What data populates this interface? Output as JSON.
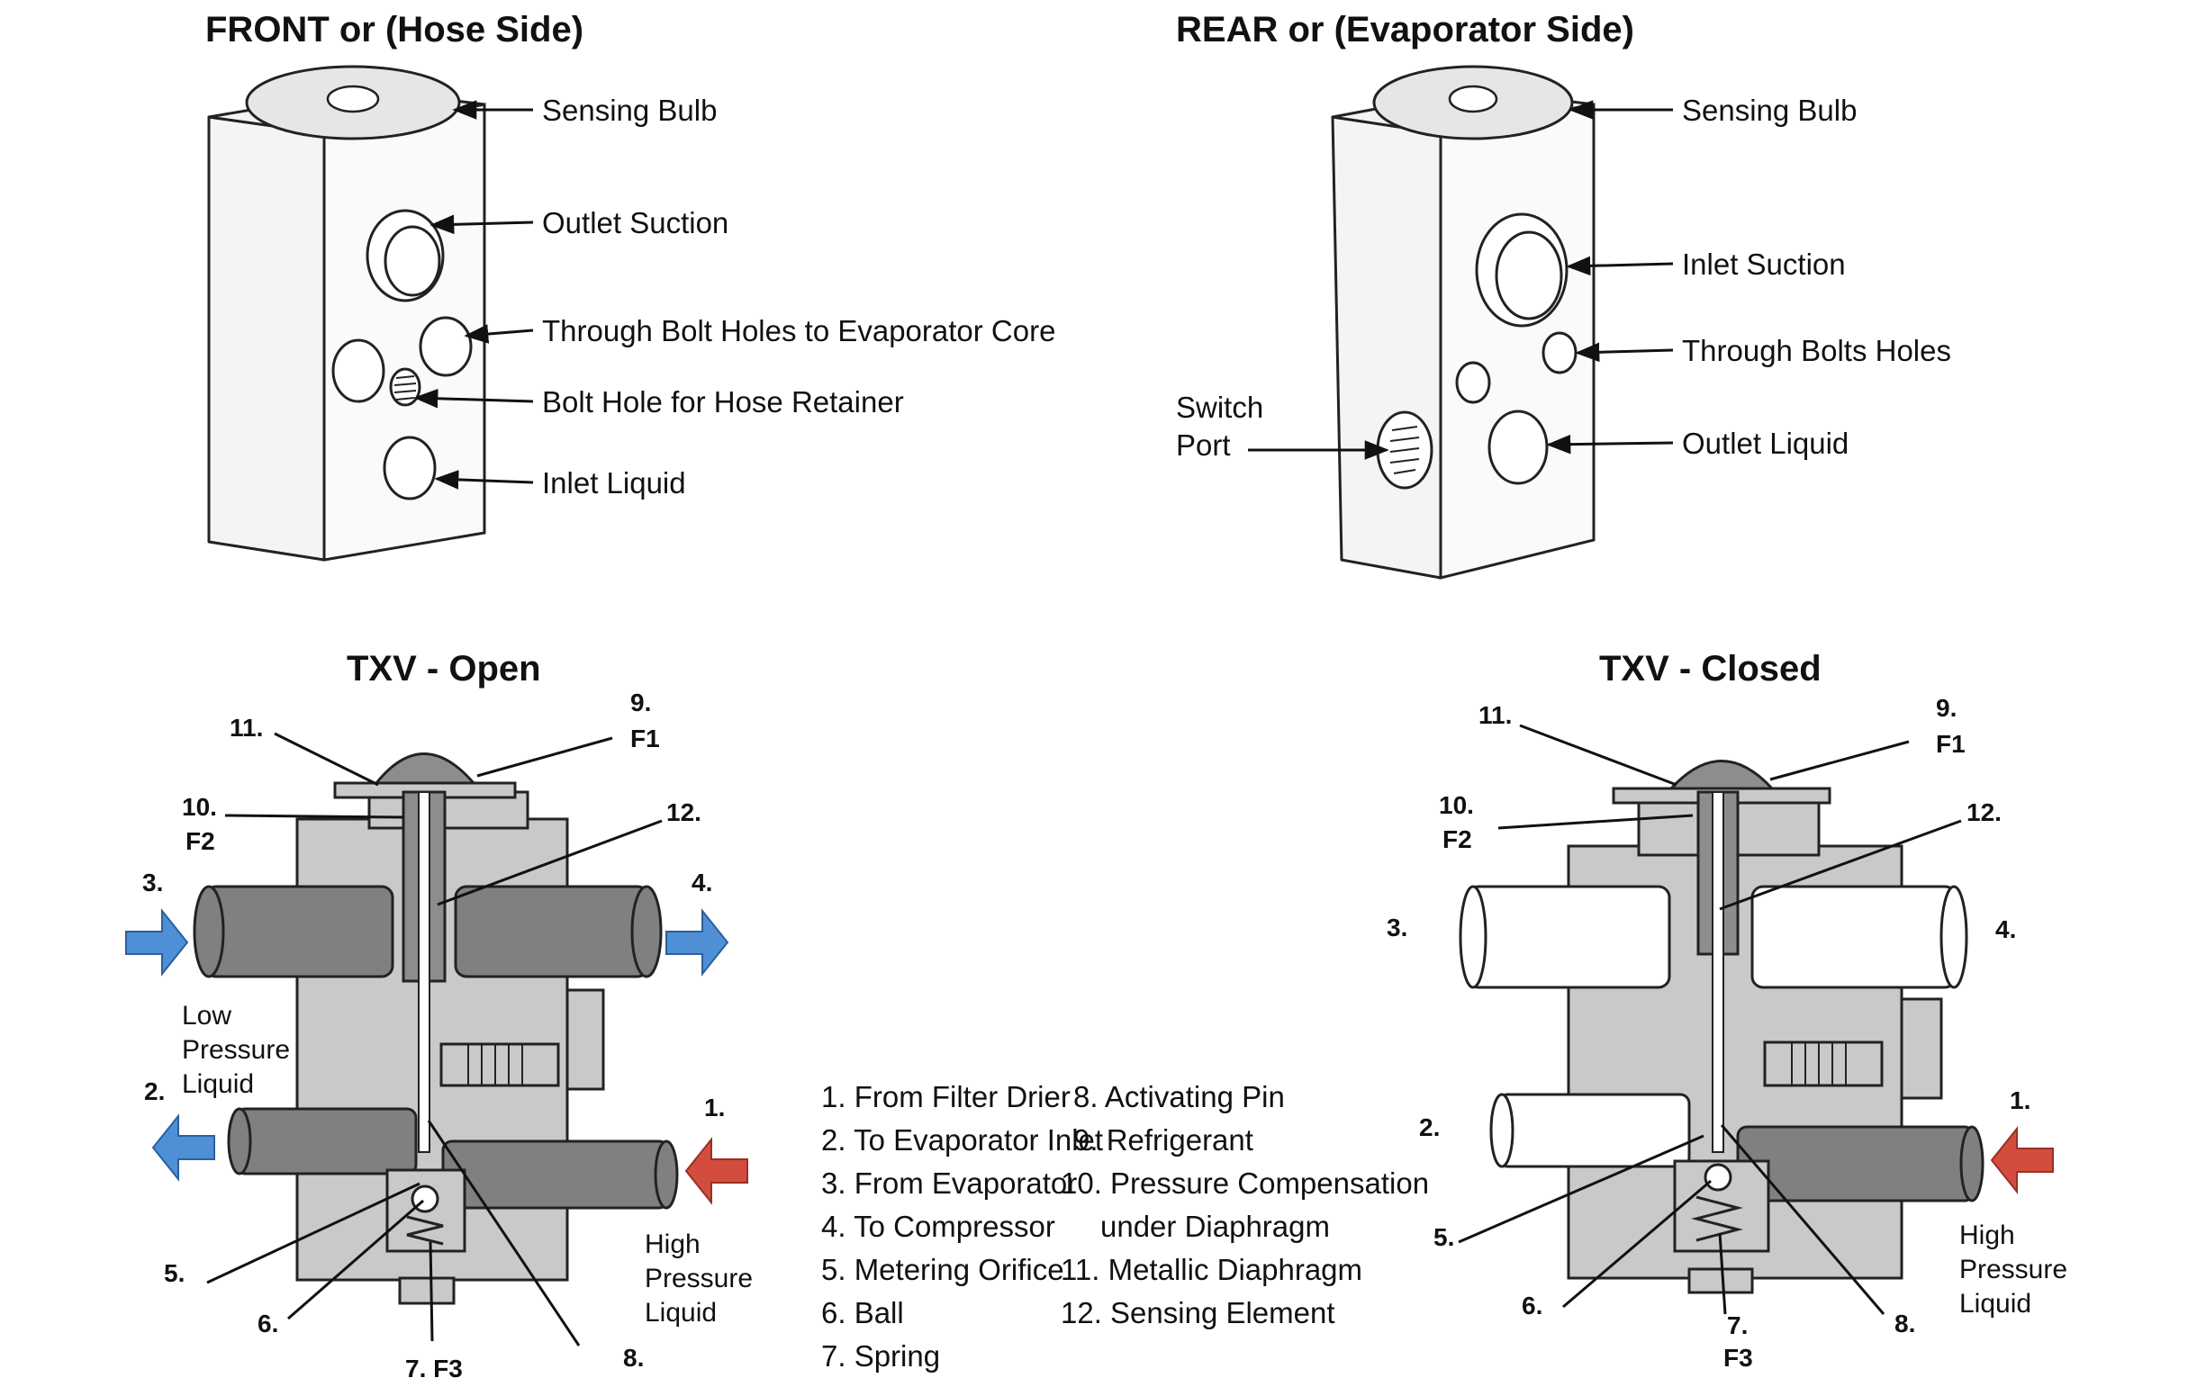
{
  "front": {
    "title": "FRONT or (Hose Side)",
    "labels": [
      "Sensing Bulb",
      "Outlet Suction",
      "Through Bolt Holes to Evaporator Core",
      "Bolt Hole for Hose Retainer",
      "Inlet Liquid"
    ]
  },
  "rear": {
    "title": "REAR or (Evaporator Side)",
    "labels": [
      "Sensing Bulb",
      "Inlet Suction",
      "Through Bolts Holes",
      "Outlet Liquid"
    ],
    "switch_port": [
      "Switch",
      "Port"
    ]
  },
  "txv_open": {
    "title": "TXV - Open",
    "numbers": [
      "11.",
      "9.",
      "F1",
      "10.",
      "F2",
      "12.",
      "3.",
      "4.",
      "2.",
      "1.",
      "5.",
      "6.",
      "7. F3",
      "8."
    ],
    "low_pressure": [
      "Low",
      "Pressure",
      "Liquid"
    ],
    "high_pressure": [
      "High",
      "Pressure",
      "Liquid"
    ]
  },
  "txv_closed": {
    "title": "TXV - Closed",
    "numbers": [
      "11.",
      "9.",
      "F1",
      "10.",
      "F2",
      "12.",
      "3.",
      "4.",
      "2.",
      "1.",
      "5.",
      "6.",
      "7.",
      "F3",
      "8."
    ],
    "high_pressure": [
      "High",
      "Pressure",
      "Liquid"
    ]
  },
  "legend": {
    "left": [
      "1. From Filter Drier",
      "2. To Evaporator Inlet",
      "3. From Evaporator",
      "4. To Compressor",
      "5. Metering Orifice",
      "6. Ball",
      "7. Spring"
    ],
    "right": [
      "8. Activating Pin",
      "9. Refrigerant",
      "10. Pressure Compensation",
      "under Diaphragm",
      "11. Metallic Diaphragm",
      "12. Sensing Element"
    ]
  },
  "colors": {
    "arrow_blue": "#4f8fd6",
    "arrow_red": "#d24d3e",
    "valve_body": "#c9c9c9",
    "pipe_dark": "#808080"
  }
}
